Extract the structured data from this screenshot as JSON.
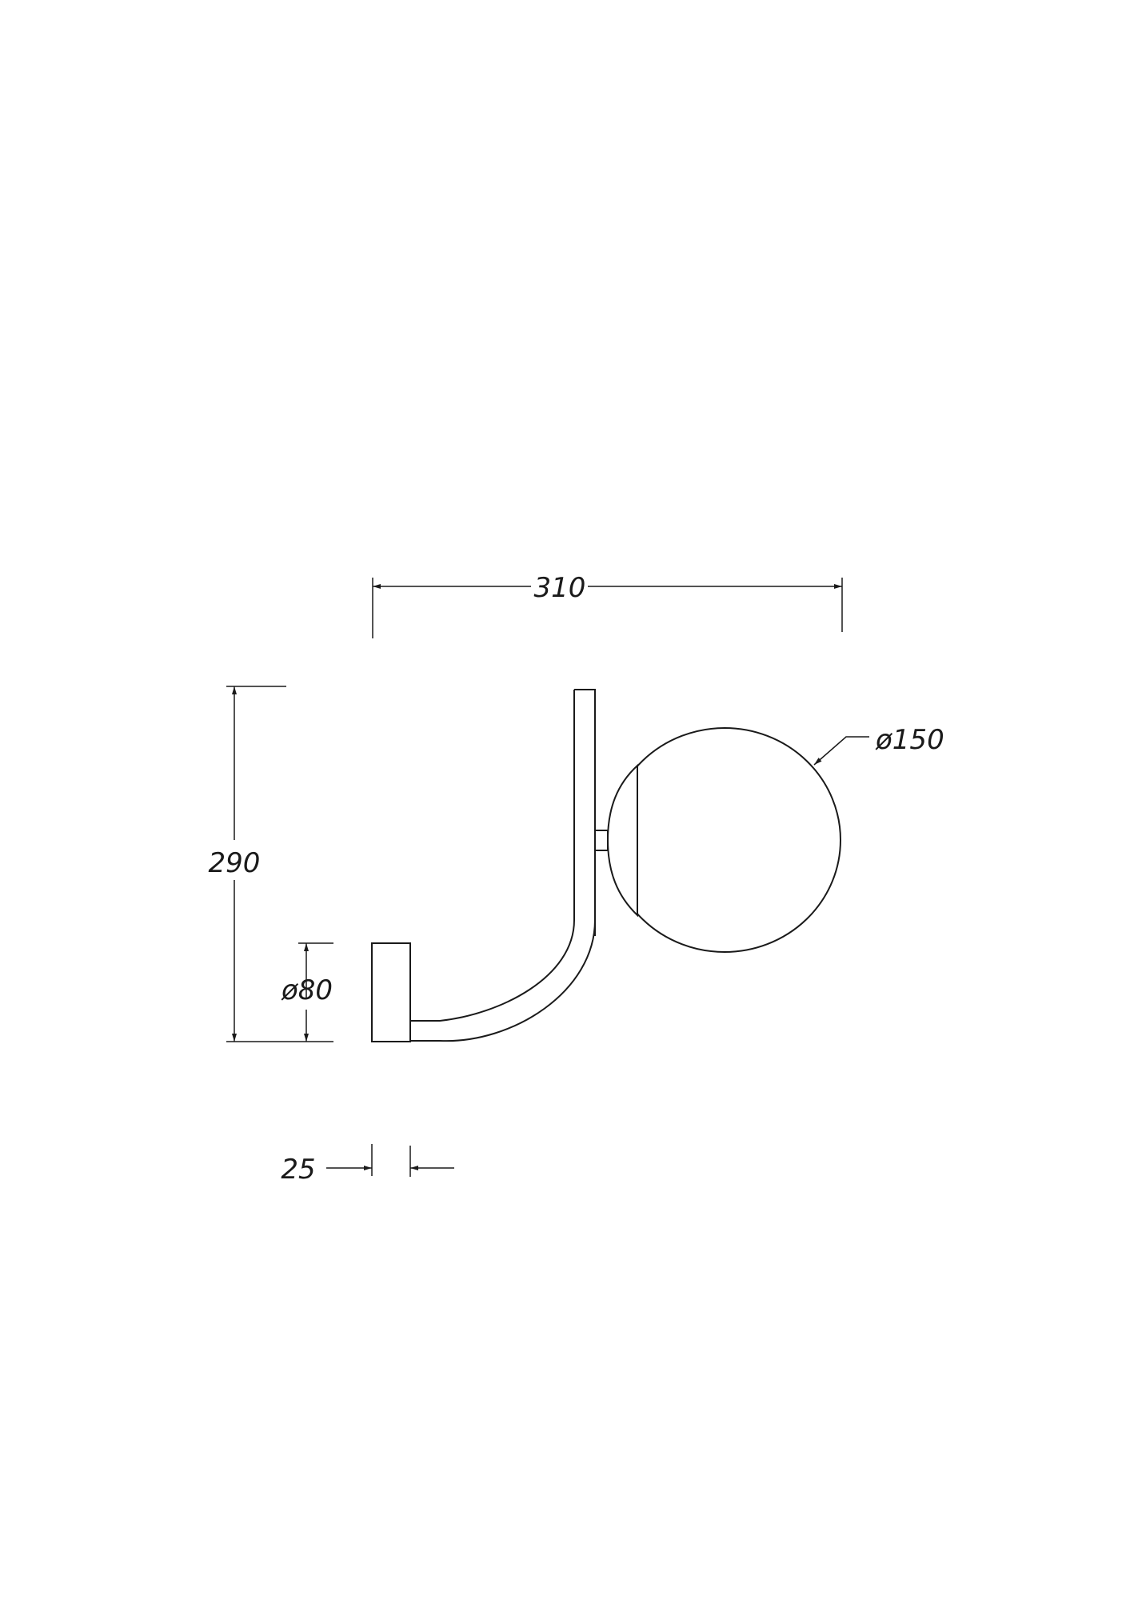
{
  "drawing": {
    "subject": "wall lamp technical drawing",
    "line_color": "#1a1a1a",
    "background": "#ffffff"
  },
  "dimensions": {
    "overall_width": "310",
    "overall_height": "290",
    "globe_diameter": "ø150",
    "base_diameter": "ø80",
    "base_depth": "25"
  }
}
